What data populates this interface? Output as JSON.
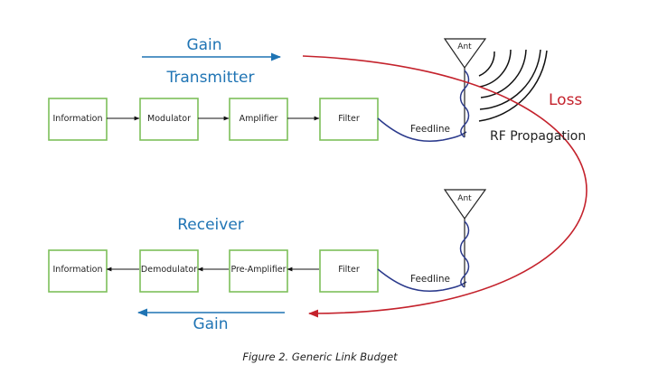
{
  "transmitter": {
    "gain_label": "Gain",
    "title": "Transmitter",
    "blocks": [
      "Information",
      "Modulator",
      "Amplifier",
      "Filter"
    ],
    "feedline_label": "Feedline",
    "antenna_label": "Ant"
  },
  "propagation": {
    "loss_label": "Loss",
    "rf_label": "RF Propagation"
  },
  "receiver": {
    "title": "Receiver",
    "blocks": [
      "Information",
      "Demodulator",
      "Pre-Amplifier",
      "Filter"
    ],
    "feedline_label": "Feedline",
    "antenna_label": "Ant",
    "gain_label": "Gain"
  },
  "caption": "Figure 2. Generic Link Budget",
  "colors": {
    "gain_arrow": "#1f74b4",
    "loss_arc": "#c4222c",
    "block_border": "#7dbf5a",
    "feedline": "#2b3a8c"
  }
}
